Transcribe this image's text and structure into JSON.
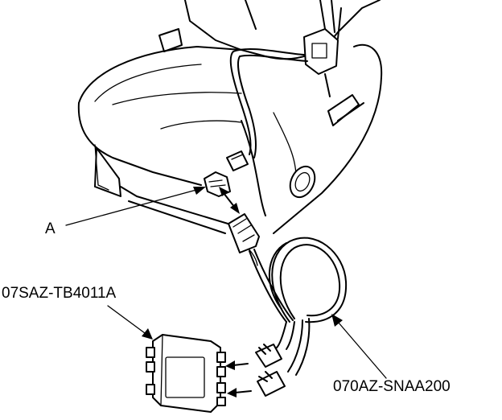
{
  "callouts": {
    "part_a": "A",
    "tester": "07SAZ-TB4011A",
    "harness": "070AZ-SNAA200"
  },
  "colors": {
    "line": "#000000",
    "background": "#ffffff"
  }
}
